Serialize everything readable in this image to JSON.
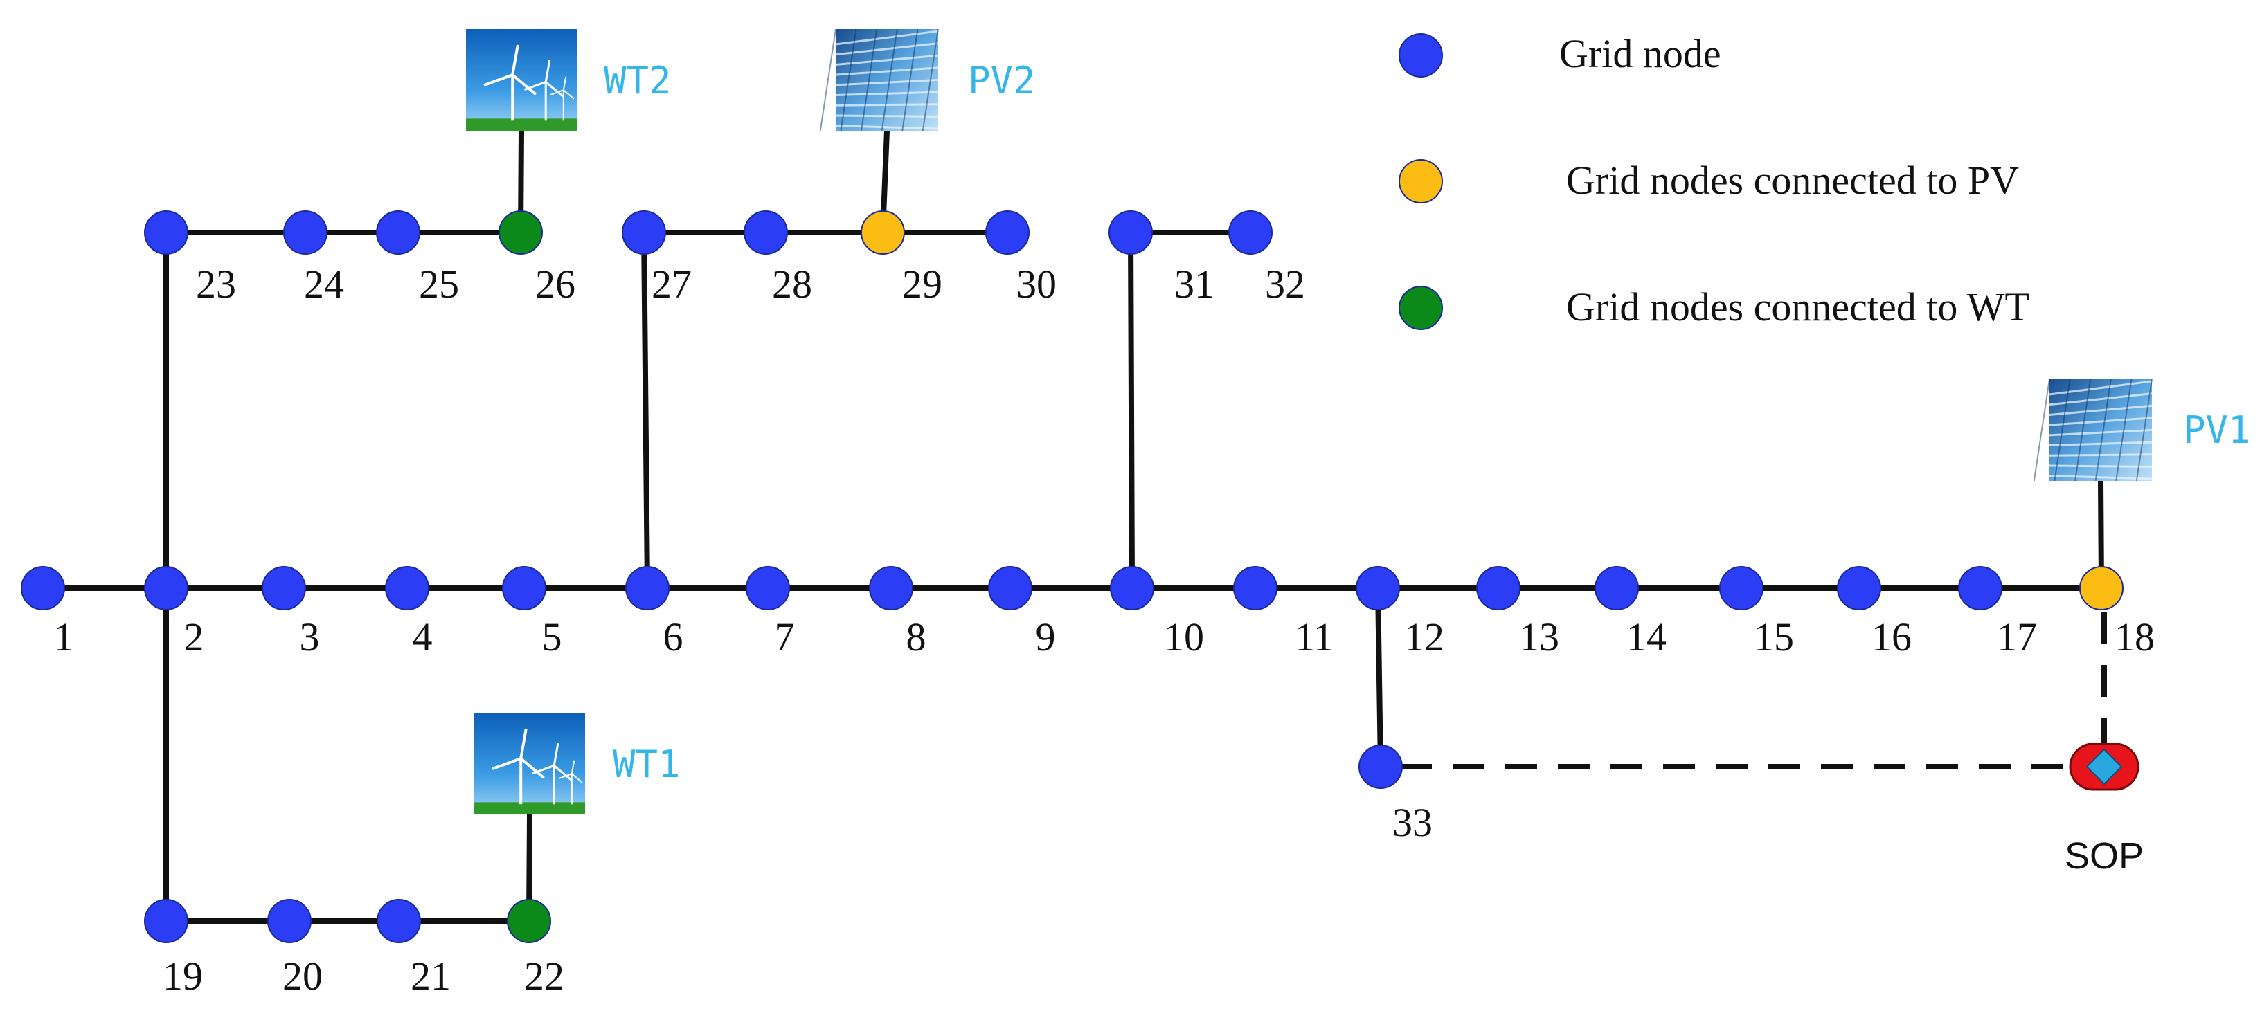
{
  "colors": {
    "grid_node": "#2b3df5",
    "pv_node": "#fbbd13",
    "wt_node": "#0b8a1a",
    "asset_label": "#35b6e8",
    "line": "#111111",
    "sop_outer": "#e8141b",
    "sop_inner": "#29a8e0"
  },
  "legend": [
    {
      "type": "grid",
      "label": "Grid node"
    },
    {
      "type": "pv",
      "label": "Grid nodes connected to PV"
    },
    {
      "type": "wt",
      "label": "Grid nodes connected to WT"
    }
  ],
  "nodes": [
    {
      "id": "1",
      "type": "grid"
    },
    {
      "id": "2",
      "type": "grid"
    },
    {
      "id": "3",
      "type": "grid"
    },
    {
      "id": "4",
      "type": "grid"
    },
    {
      "id": "5",
      "type": "grid"
    },
    {
      "id": "6",
      "type": "grid"
    },
    {
      "id": "7",
      "type": "grid"
    },
    {
      "id": "8",
      "type": "grid"
    },
    {
      "id": "9",
      "type": "grid"
    },
    {
      "id": "10",
      "type": "grid"
    },
    {
      "id": "11",
      "type": "grid"
    },
    {
      "id": "12",
      "type": "grid"
    },
    {
      "id": "13",
      "type": "grid"
    },
    {
      "id": "14",
      "type": "grid"
    },
    {
      "id": "15",
      "type": "grid"
    },
    {
      "id": "16",
      "type": "grid"
    },
    {
      "id": "17",
      "type": "grid"
    },
    {
      "id": "18",
      "type": "pv"
    },
    {
      "id": "19",
      "type": "grid"
    },
    {
      "id": "20",
      "type": "grid"
    },
    {
      "id": "21",
      "type": "grid"
    },
    {
      "id": "22",
      "type": "wt"
    },
    {
      "id": "23",
      "type": "grid"
    },
    {
      "id": "24",
      "type": "grid"
    },
    {
      "id": "25",
      "type": "grid"
    },
    {
      "id": "26",
      "type": "wt"
    },
    {
      "id": "27",
      "type": "grid"
    },
    {
      "id": "28",
      "type": "grid"
    },
    {
      "id": "29",
      "type": "pv"
    },
    {
      "id": "30",
      "type": "grid"
    },
    {
      "id": "31",
      "type": "grid"
    },
    {
      "id": "32",
      "type": "grid"
    },
    {
      "id": "33",
      "type": "grid"
    }
  ],
  "edges": [
    [
      "1",
      "2"
    ],
    [
      "2",
      "3"
    ],
    [
      "3",
      "4"
    ],
    [
      "4",
      "5"
    ],
    [
      "5",
      "6"
    ],
    [
      "6",
      "7"
    ],
    [
      "7",
      "8"
    ],
    [
      "8",
      "9"
    ],
    [
      "9",
      "10"
    ],
    [
      "10",
      "11"
    ],
    [
      "11",
      "12"
    ],
    [
      "12",
      "13"
    ],
    [
      "13",
      "14"
    ],
    [
      "14",
      "15"
    ],
    [
      "15",
      "16"
    ],
    [
      "16",
      "17"
    ],
    [
      "17",
      "18"
    ],
    [
      "2",
      "23"
    ],
    [
      "23",
      "24"
    ],
    [
      "24",
      "25"
    ],
    [
      "25",
      "26"
    ],
    [
      "6",
      "27"
    ],
    [
      "27",
      "28"
    ],
    [
      "28",
      "29"
    ],
    [
      "29",
      "30"
    ],
    [
      "10",
      "31"
    ],
    [
      "31",
      "32"
    ],
    [
      "2",
      "19"
    ],
    [
      "19",
      "20"
    ],
    [
      "20",
      "21"
    ],
    [
      "21",
      "22"
    ],
    [
      "12",
      "33"
    ]
  ],
  "assets": [
    {
      "id": "WT2",
      "kind": "wind",
      "label": "WT2",
      "node": "26"
    },
    {
      "id": "PV2",
      "kind": "solar",
      "label": "PV2",
      "node": "29"
    },
    {
      "id": "PV1",
      "kind": "solar",
      "label": "PV1",
      "node": "18"
    },
    {
      "id": "WT1",
      "kind": "wind",
      "label": "WT1",
      "node": "22"
    }
  ],
  "sop": {
    "label": "SOP",
    "connects": [
      "33",
      "18"
    ]
  }
}
